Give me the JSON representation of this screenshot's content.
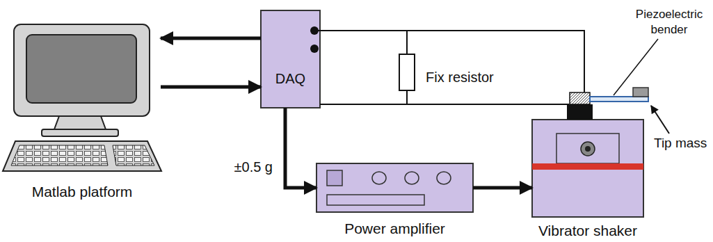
{
  "diagram": {
    "nodes": [
      {
        "text": [
          "Matlab platform"
        ]
      },
      {
        "text": [
          "DAQ"
        ]
      },
      {
        "text": [
          "Power amplifier"
        ]
      },
      {
        "text": [
          "Vibrator shaker"
        ]
      }
    ],
    "edges": [
      {
        "from": 1,
        "to": 0,
        "arrow": "to"
      },
      {
        "from": 0,
        "to": 1,
        "arrow": "to"
      },
      {
        "from": 1,
        "to": 2,
        "arrow": "to",
        "label": "±0.5 g"
      },
      {
        "from": 2,
        "to": 3,
        "arrow": "to"
      }
    ],
    "labels": [
      "Fix resistor",
      "Piezoelectric bender",
      "Tip mass"
    ]
  }
}
